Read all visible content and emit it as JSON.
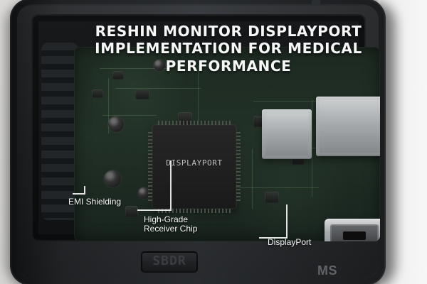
{
  "title": "RESHIN MONITOR DISPLAYPORT IMPLEMENTATION FOR MEDICAL PERFORMANCE",
  "labels": {
    "chip": "DISPLAYPORT",
    "emi": "EMI Shielding",
    "receiver": "High-Grade Receiver Chip",
    "port": "DisplayPort",
    "corner": "MS",
    "bottom": "SBDR"
  },
  "colors": {
    "board": "#223127",
    "casing": "#2f3236",
    "metal": "#a5a9ac"
  },
  "icons": {
    "port": "displayport-icon",
    "chip": "chip-icon"
  }
}
